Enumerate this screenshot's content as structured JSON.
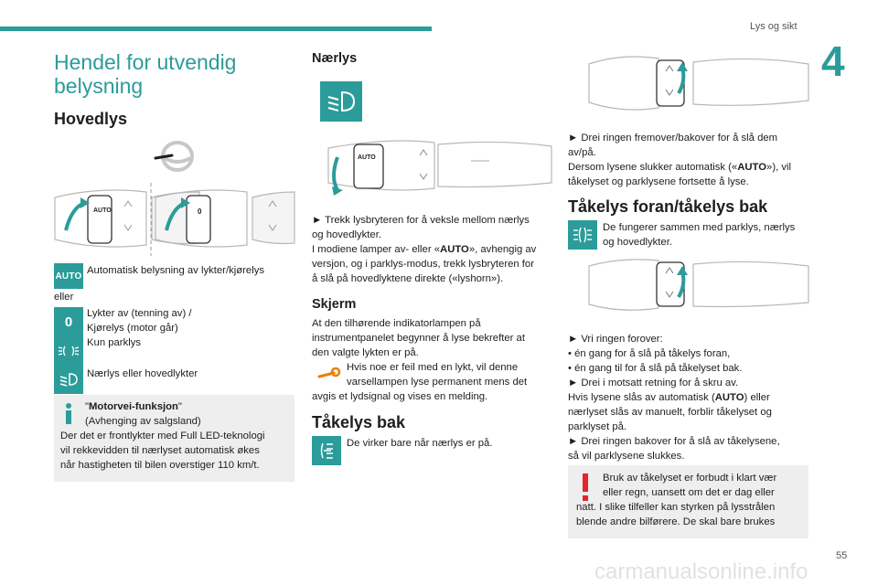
{
  "header": {
    "section": "Lys og sikt",
    "chapter": "4",
    "page_number": "55"
  },
  "col1": {
    "title": "Hendel for utvendig belysning",
    "h_main_beam": "Hovedlys",
    "auto_icon": "AUTO",
    "auto_text": "Automatisk belysning av lykter/kjørelys",
    "or": "eller",
    "zero_icon": "0",
    "off_text_1": "Lykter av (tenning av) /",
    "off_text_2": "Kjørelys (motor går)",
    "parking_text": "Kun parklys",
    "dipped_text": "Nærlys eller hovedlykter",
    "info_title": "\"Motorvei-funksjon\"",
    "info_title_q1": "\"",
    "info_title_bold": "Motorvei-funksjon",
    "info_title_q2": "\"",
    "info_sub": "(Avhenging av salgsland)",
    "info_l1": "Der det er frontlykter med Full LED-teknologi",
    "info_l2": "vil rekkevidden til nærlyset automatisk økes",
    "info_l3": "når hastigheten til bilen overstiger 110 km/t."
  },
  "col2": {
    "h_dipped": "Nærlys",
    "p1_l1": "► Trekk lysbryteren for å veksle mellom nærlys",
    "p1_l2": "og hovedlykter.",
    "p1_l3a": "I modiene lamper av- eller «",
    "p1_l3b": "AUTO",
    "p1_l3c": "», avhengig av",
    "p1_l4": "versjon, og i parklys-modus, trekk lysbryteren for",
    "p1_l5": "å slå på hovedlyktene direkte («lyshorn»).",
    "h_screen": "Skjerm",
    "p2_l1": "At den tilhørende indikatorlampen på",
    "p2_l2": "instrumentpanelet begynner å lyse bekrefter at",
    "p2_l3": "den valgte lykten er på.",
    "p3_l1": "Hvis noe er feil med en lykt, vil denne",
    "p3_l2": "varsellampen lyse permanent mens det",
    "p3_l3": "avgis et lydsignal og vises en melding.",
    "h_rear_fog": "Tåkelys bak",
    "p4": "De virker bare når nærlys er på.",
    "auto_label": "AUTO"
  },
  "col3": {
    "p1_l1": "► Drei ringen fremover/bakover for å slå dem",
    "p1_l2": "av/på.",
    "p1_l3a": "Dersom lysene slukker automatisk («",
    "p1_l3b": "AUTO",
    "p1_l3c": "»), vil",
    "p1_l4": "tåkelyset og parklysene fortsette å lyse.",
    "h_fog": "Tåkelys foran/tåkelys bak",
    "p2_l1": "De fungerer sammen med parklys, nærlys",
    "p2_l2": "og hovedlykter.",
    "p3_l1": "► Vri ringen forover:",
    "p3_l2": "• én gang for å slå på tåkelys foran,",
    "p3_l3": "• én gang til for å slå på tåkelyset bak.",
    "p3_l4": "► Drei i motsatt retning for å skru av.",
    "p3_l5a": "Hvis lysene slås av automatisk (",
    "p3_l5b": "AUTO",
    "p3_l5c": ") eller",
    "p3_l6": "nærlyset slås av manuelt, forblir tåkelyset og",
    "p3_l7": "parklyset på.",
    "p3_l8": "► Drei ringen bakover for å slå av tåkelysene,",
    "p3_l9": "så vil parklysene slukkes.",
    "w_l1": "Bruk av tåkelyset er forbudt i klart vær",
    "w_l2": "eller regn, uansett om det er dag eller",
    "w_l3": "natt. I slike tilfeller kan styrken på lysstrålen",
    "w_l4": "blende andre bilførere. De skal bare brukes"
  },
  "colors": {
    "accent": "#2b9c99",
    "note_bg": "#eeeeee",
    "warning": "#e3262b",
    "wrench": "#f07d00"
  },
  "watermark": "carmanualsonline.info"
}
